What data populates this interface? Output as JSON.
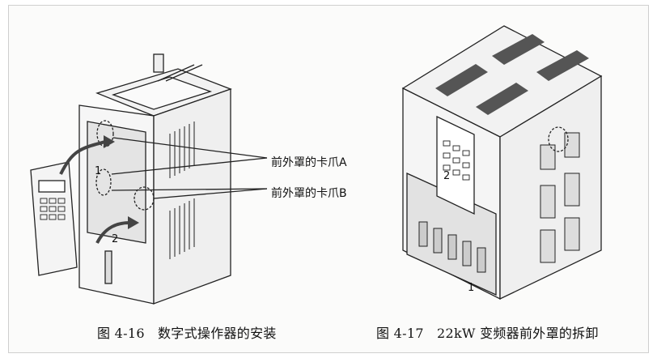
{
  "figure_left": {
    "callout_a": "前外罩的卡爪A",
    "callout_b": "前外罩的卡爪B",
    "step_1": "1",
    "step_2": "2",
    "caption": "图 4-16   数字式操作器的安装"
  },
  "figure_right": {
    "step_1": "1",
    "step_2": "2",
    "caption": "图 4-17   22kW 变频器前外罩的拆卸"
  }
}
